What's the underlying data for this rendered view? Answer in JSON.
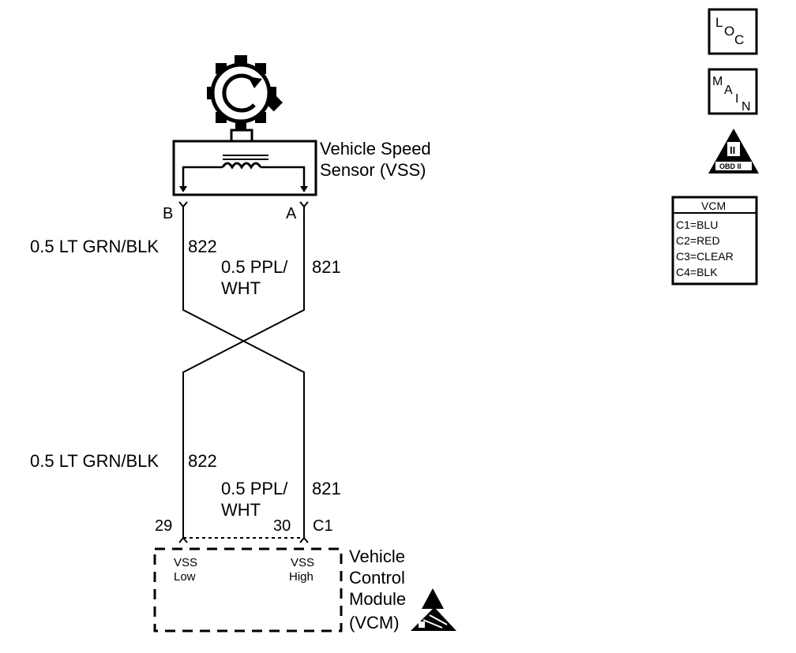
{
  "vss": {
    "title_line1": "Vehicle Speed",
    "title_line2": "Sensor (VSS)",
    "pin_b": "B",
    "pin_a": "A"
  },
  "upper_wires": {
    "left_label": "0.5 LT GRN/BLK",
    "left_circuit": "822",
    "right_label_line1": "0.5 PPL/",
    "right_label_line2": "WHT",
    "right_circuit": "821"
  },
  "lower_wires": {
    "left_label": "0.5 LT GRN/BLK",
    "left_circuit": "822",
    "right_label_line1": "0.5 PPL/",
    "right_label_line2": "WHT",
    "right_circuit": "821"
  },
  "vcm": {
    "pin_left": "29",
    "pin_right": "30",
    "connector": "C1",
    "input_low_line1": "VSS",
    "input_low_line2": "Low",
    "input_high_line1": "VSS",
    "input_high_line2": "High",
    "name_line1": "Vehicle",
    "name_line2": "Control",
    "name_line3": "Module",
    "name_line4": "(VCM)"
  },
  "icons": {
    "loc": {
      "letter1": "L",
      "letter2": "O",
      "letter3": "C",
      "icon": "loc-icon"
    },
    "main": {
      "letter1": "M",
      "letter2": "A",
      "letter3": "I",
      "letter4": "N",
      "icon": "main-icon"
    },
    "obd": {
      "symbol": "II",
      "label": "OBD II",
      "icon": "obd-ii-icon"
    }
  },
  "connector_legend": {
    "title": "VCM",
    "rows": [
      "C1=BLU",
      "C2=RED",
      "C3=CLEAR",
      "C4=BLK"
    ]
  }
}
